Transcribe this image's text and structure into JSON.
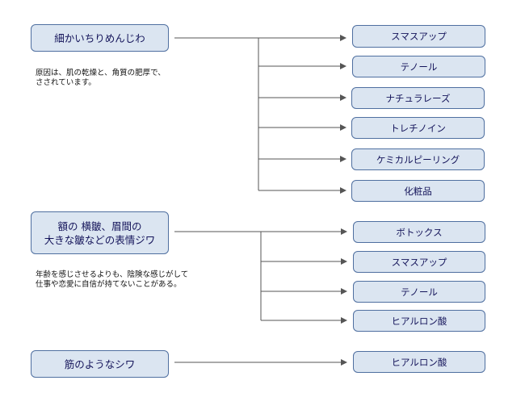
{
  "groups": [
    {
      "title_lines": [
        "細かいちりめんじわ"
      ],
      "note_lines": [
        "原因は、肌の乾燥と、角質の肥厚で、",
        "さされています。"
      ],
      "treatments": [
        "スマスアップ",
        "テノール",
        "ナチュラレーズ",
        "トレチノイン",
        "ケミカルピーリング",
        "化粧品"
      ]
    },
    {
      "title_lines": [
        "額の 横皺、眉間の",
        "大きな皺などの表情ジワ"
      ],
      "note_lines": [
        "年齢を感じさせるよりも、陰険な感じがして",
        "仕事や恋愛に自信が持てないことがある。"
      ],
      "treatments": [
        "ボトックス",
        "スマスアップ",
        "テノール",
        "ヒアルロン酸"
      ]
    },
    {
      "title_lines": [
        "筋のようなシワ"
      ],
      "note_lines": [],
      "treatments": [
        "ヒアルロン酸"
      ]
    }
  ],
  "colors": {
    "box_fill": "#dbe5f1",
    "box_border": "#4f6fa0",
    "text": "#14145a",
    "line": "#555555"
  }
}
